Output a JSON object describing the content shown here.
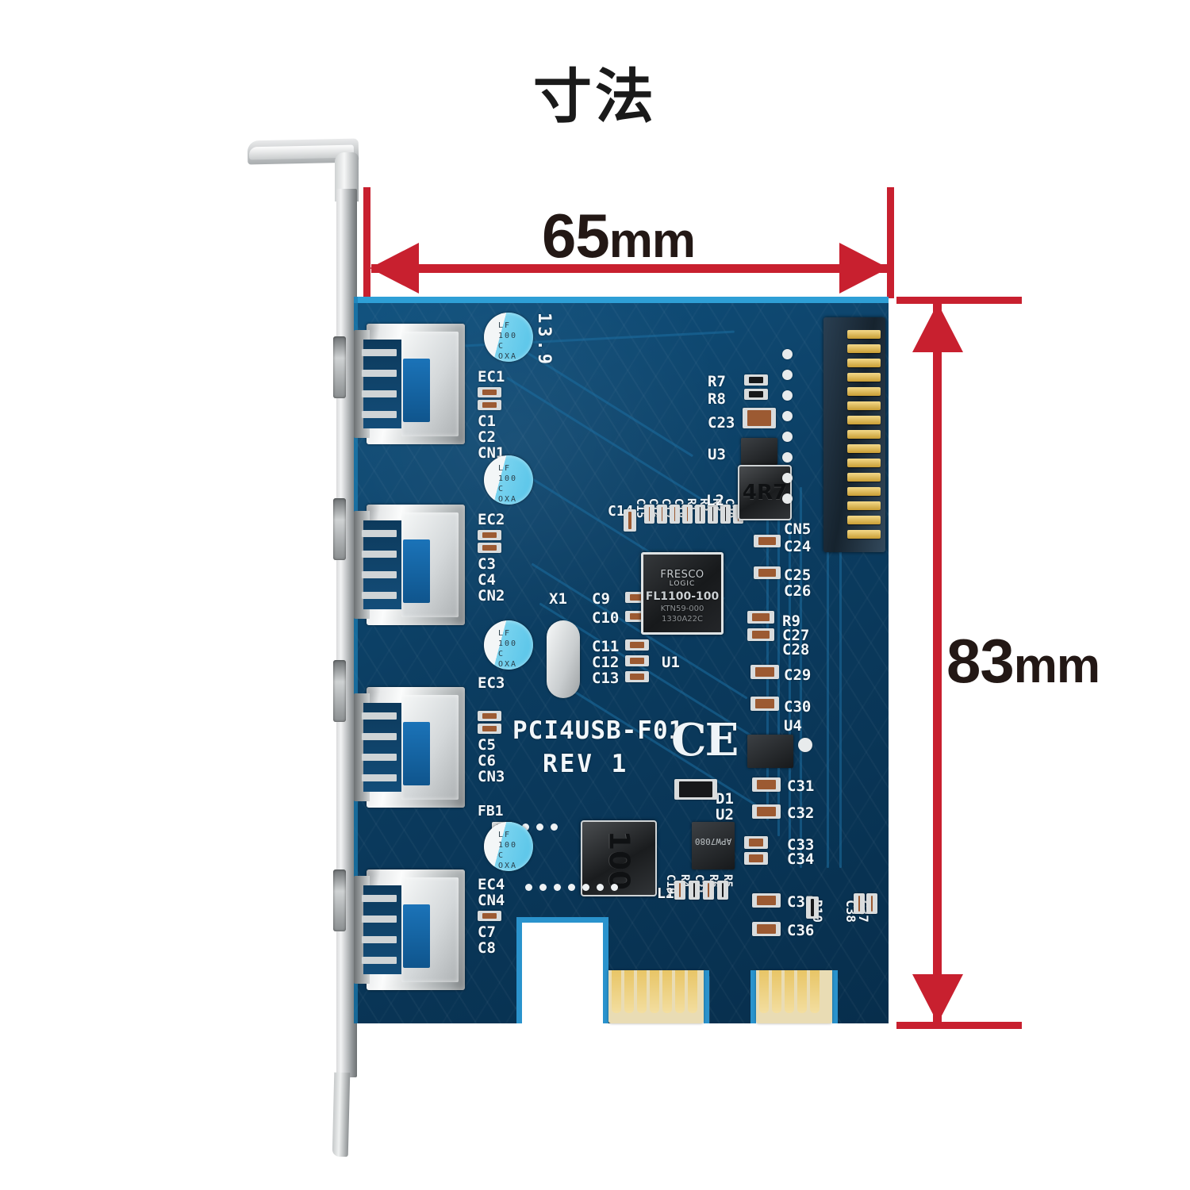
{
  "page": {
    "title": "寸法",
    "background": "#ffffff"
  },
  "colors": {
    "annotation_red": "#c8202f",
    "pcb_blue": "#0b3c60",
    "pcb_bevel": "#2e9fd6",
    "gold": "#e8c566",
    "text_dark": "#231815"
  },
  "dimensions": {
    "width": {
      "value": "65",
      "unit": "mm",
      "orientation": "horizontal",
      "name": "board-width"
    },
    "height": {
      "value": "83",
      "unit": "mm",
      "orientation": "vertical",
      "name": "board-height"
    }
  },
  "board": {
    "silkscreen": {
      "part_number": "PCI4USB-F01",
      "revision": "REV 1",
      "ce_mark": "CE",
      "date_code": "13.9"
    },
    "main_chip": {
      "brand": "FRESCO",
      "sub_brand": "LOGIC",
      "part": "FL1100-100",
      "line3": "KTN59-000",
      "line4": "1330A22C"
    },
    "regulator_ic": {
      "part": "APW7080"
    },
    "inductors": [
      {
        "ref": "L2",
        "marking": "4R7"
      },
      {
        "ref": "L1",
        "marking": "100"
      }
    ],
    "capacitor_marking": [
      "LF",
      "100",
      "C",
      "OXA"
    ],
    "electrolytics": [
      "EC1",
      "EC2",
      "EC3",
      "EC4"
    ],
    "usb_ports": [
      {
        "ref": "CN1",
        "caps": [
          "C1",
          "C2"
        ],
        "ec": "EC1"
      },
      {
        "ref": "CN2",
        "caps": [
          "C3",
          "C4"
        ],
        "ec": "EC2"
      },
      {
        "ref": "CN3",
        "caps": [
          "C5",
          "C6"
        ],
        "ec": "EC3"
      },
      {
        "ref": "CN4",
        "caps": [
          "C7",
          "C8"
        ],
        "ec": "EC4"
      }
    ],
    "designators_left": [
      "X1",
      "C9",
      "C10",
      "C11",
      "C12",
      "C13",
      "U1",
      "FB1",
      "C14"
    ],
    "designators_right": [
      "R7",
      "R8",
      "C23",
      "U3",
      "L2",
      "CN5",
      "C24",
      "C25",
      "C26",
      "R9",
      "C27",
      "C28",
      "C29",
      "C30",
      "U4",
      "C31",
      "C32",
      "C33",
      "C34",
      "C35",
      "C36",
      "R10",
      "C37",
      "C38"
    ],
    "designators_misc": [
      "C15",
      "C16",
      "C17",
      "C18",
      "C20",
      "C22",
      "R1",
      "R2",
      "R3",
      "D1",
      "U2",
      "R4",
      "R5",
      "R6",
      "C19",
      "C21"
    ],
    "sata_power_connector": {
      "ref": "CN5",
      "pin_count": 15
    },
    "pcie_edge": {
      "type": "PCIe x1",
      "finger_groups": 2
    }
  }
}
